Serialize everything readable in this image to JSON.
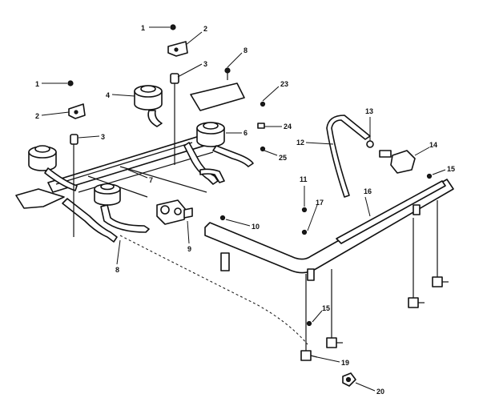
{
  "callouts": {
    "c1a": "1",
    "c2a": "2",
    "c3a": "3",
    "c8a": "8",
    "c1b": "1",
    "c2b": "2",
    "c4": "4",
    "c3b": "3",
    "c23": "23",
    "c24": "24",
    "c25": "25",
    "c6": "6",
    "c7": "7",
    "c12": "12",
    "c13": "13",
    "c14": "14",
    "c15a": "15",
    "c11": "11",
    "c17": "17",
    "c16": "16",
    "c10": "10",
    "c9": "9",
    "c8b": "8",
    "c15b": "15",
    "c19": "19",
    "c20": "20"
  }
}
